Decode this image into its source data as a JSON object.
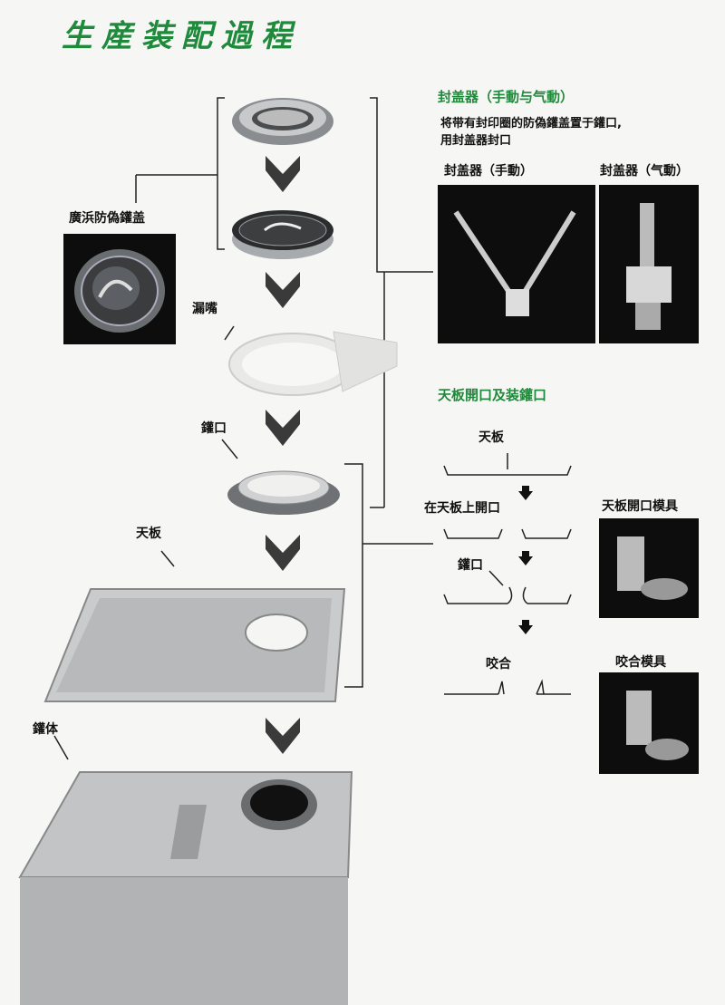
{
  "title": "生産装配過程",
  "left_labels": {
    "cap": "廣浜防偽鑵盖",
    "spout": "漏嘴",
    "mouth": "鑵口",
    "panel": "天板",
    "body": "鑵体"
  },
  "capper": {
    "heading": "封盖器（手動与气動）",
    "desc_line1": "将带有封印圈的防偽鑵盖置于鑵口,",
    "desc_line2": "用封盖器封口",
    "manual": "封盖器（手動）",
    "pneumatic": "封盖器（气動）"
  },
  "panel_section": {
    "heading": "天板開口及装鑵口",
    "panel": "天板",
    "open_step": "在天板上開口",
    "mouth": "鑵口",
    "crimp": "咬合",
    "die_open": "天板開口模具",
    "die_crimp": "咬合模具"
  },
  "colors": {
    "accent": "#1f8a3b",
    "arrow": "#3a3a3a"
  },
  "icons": [
    "down-arrow-icon"
  ]
}
